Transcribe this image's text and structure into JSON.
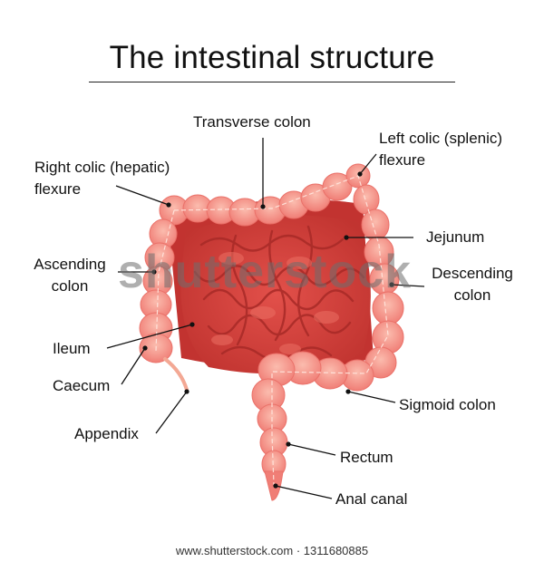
{
  "title": "The intestinal structure",
  "labels": {
    "transverse_colon": "Transverse colon",
    "left_colic": [
      "Left colic (splenic)",
      "flexure"
    ],
    "right_colic": [
      "Right colic (hepatic)",
      "flexure"
    ],
    "jejunum": "Jejunum",
    "ascending_colon": [
      "Ascending",
      "colon"
    ],
    "descending_colon": [
      "Descending",
      "colon"
    ],
    "ileum": "Ileum",
    "caecum": "Caecum",
    "sigmoid_colon": "Sigmoid colon",
    "appendix": "Appendix",
    "rectum": "Rectum",
    "anal_canal": "Anal canal"
  },
  "watermark": "shutterstock",
  "footer": "www.shutterstock.com · 1311680885",
  "colors": {
    "colon": "#f38a80",
    "colon_highlight": "#f9b3a5",
    "colon_shadow": "#e06a63",
    "small_intestine": "#d8443f",
    "small_intestine_dark": "#b8302c",
    "small_intestine_light": "#e86a60",
    "background_cavity": "#c83734"
  }
}
